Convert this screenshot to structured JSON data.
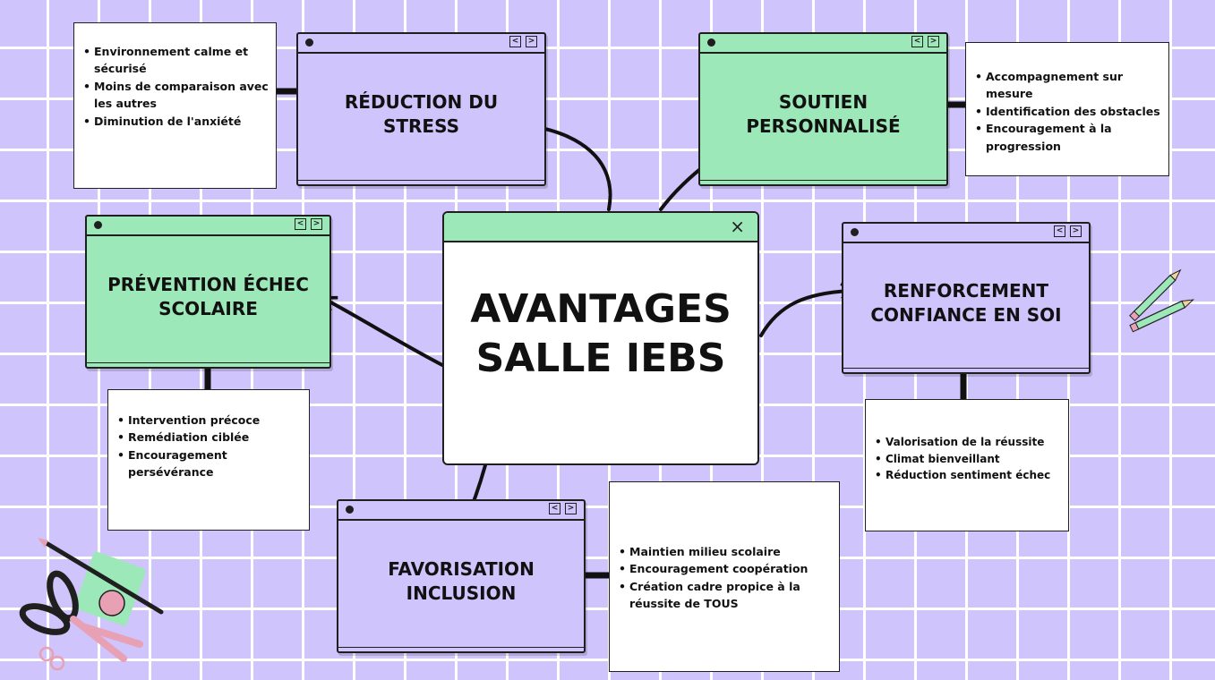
{
  "center": {
    "title": "AVANTAGES\nSALLE IEBS",
    "close_glyph": "×"
  },
  "nodes": {
    "stress": {
      "title": "RÉDUCTION DU\nSTRESS",
      "bullets": [
        "Environnement calme et sécurisé",
        "Moins de comparaison avec les autres",
        "Diminution de l'anxiété"
      ]
    },
    "soutien": {
      "title": "SOUTIEN\nPERSONNALISÉ",
      "bullets": [
        "Accompagnement sur mesure",
        "Identification des obstacles",
        "Encouragement à la progression"
      ]
    },
    "prevention": {
      "title": "PRÉVENTION ÉCHEC\nSCOLAIRE",
      "bullets": [
        "Intervention précoce",
        "Remédiation ciblée",
        "Encouragement persévérance"
      ]
    },
    "confiance": {
      "title": "RENFORCEMENT\nCONFIANCE EN SOI",
      "bullets": [
        "Valorisation de la réussite",
        "Climat bienveillant",
        "Réduction sentiment échec"
      ]
    },
    "inclusion": {
      "title": "FAVORISATION\nINCLUSION",
      "bullets": [
        "Maintien milieu scolaire",
        "Encouragement coopération",
        "Création cadre propice à la réussite de TOUS"
      ]
    }
  },
  "window_buttons": {
    "prev": "<",
    "next": ">"
  },
  "colors": {
    "background": "#cfc4fb",
    "grid": "#ffffff",
    "green": "#9de8b8",
    "purple": "#cfc4fb",
    "ink": "#1f1f1f"
  }
}
